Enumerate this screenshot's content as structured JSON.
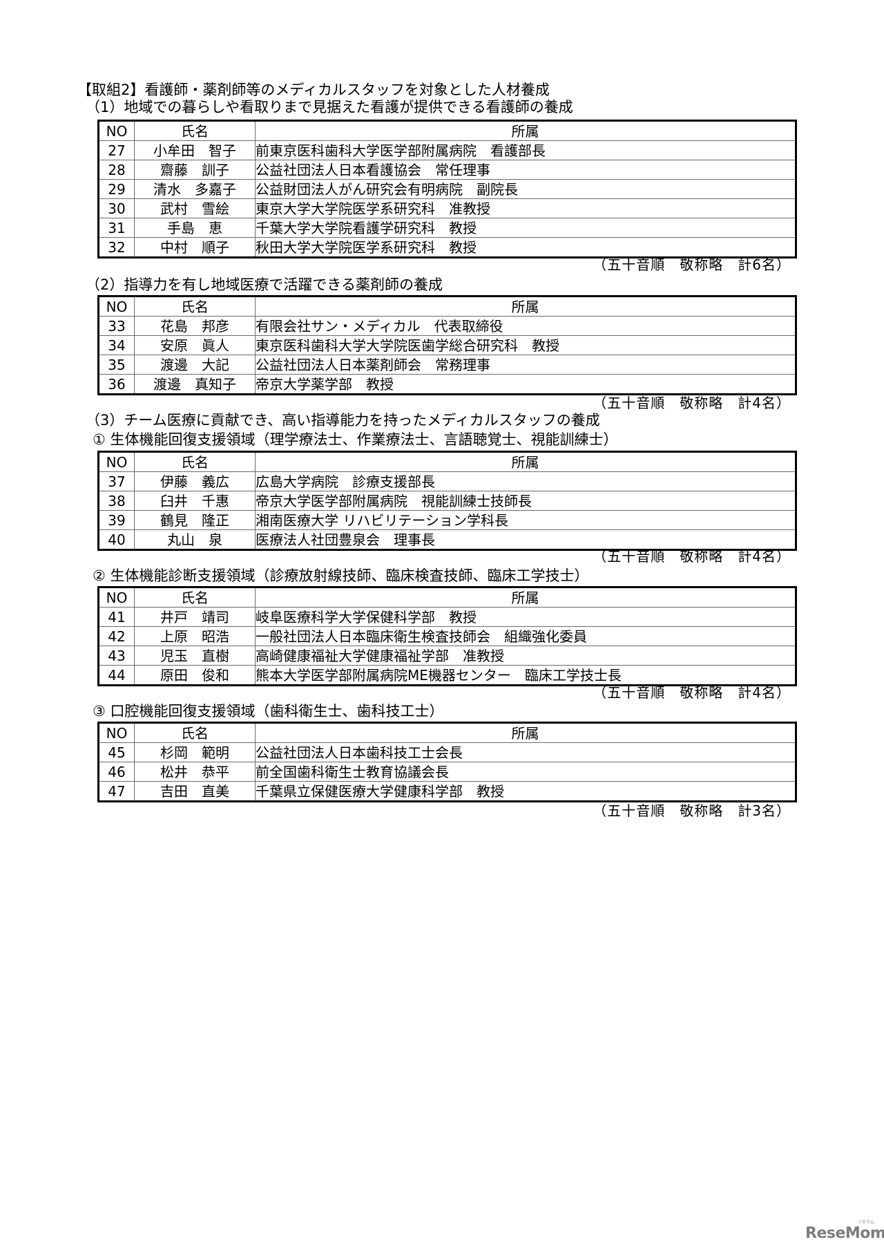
{
  "document": {
    "title": "【取組2】看護師・薬剤師等のメディカルスタッフを対象とした人材養成",
    "table_headers": {
      "no": "NO",
      "name": "氏名",
      "affiliation": "所属"
    },
    "section1": {
      "heading": "（1）地域での暮らしや看取りまで見据えた看護が提供できる看護師の養成",
      "rows": [
        {
          "no": "27",
          "name": "小牟田　智子",
          "affiliation": "前東京医科歯科大学医学部附属病院　看護部長"
        },
        {
          "no": "28",
          "name": "齋藤　訓子",
          "affiliation": "公益社団法人日本看護協会　常任理事"
        },
        {
          "no": "29",
          "name": "清水　多嘉子",
          "affiliation": "公益財団法人がん研究会有明病院　副院長"
        },
        {
          "no": "30",
          "name": "武村　雪絵",
          "affiliation": "東京大学大学院医学系研究科　准教授"
        },
        {
          "no": "31",
          "name": "手島　恵",
          "affiliation": "千葉大学大学院看護学研究科　教授"
        },
        {
          "no": "32",
          "name": "中村　順子",
          "affiliation": "秋田大学大学院医学系研究科　教授"
        }
      ],
      "note": "（五十音順　敬称略　計6名）"
    },
    "section2": {
      "heading": "（2）指導力を有し地域医療で活躍できる薬剤師の養成",
      "rows": [
        {
          "no": "33",
          "name": "花島　邦彦",
          "affiliation": "有限会社サン・メディカル　代表取締役"
        },
        {
          "no": "34",
          "name": "安原　眞人",
          "affiliation": "東京医科歯科大学大学院医歯学総合研究科　教授"
        },
        {
          "no": "35",
          "name": "渡邊　大記",
          "affiliation": "公益社団法人日本薬剤師会　常務理事"
        },
        {
          "no": "36",
          "name": "渡邊　真知子",
          "affiliation": "帝京大学薬学部　教授"
        }
      ],
      "note": "（五十音順　敬称略　計4名）"
    },
    "section3": {
      "heading": "（3）チーム医療に貢献でき、高い指導能力を持ったメディカルスタッフの養成",
      "sub1": {
        "heading": "① 生体機能回復支援領域（理学療法士、作業療法士、言語聴覚士、視能訓練士）",
        "rows": [
          {
            "no": "37",
            "name": "伊藤　義広",
            "affiliation": "広島大学病院　診療支援部長"
          },
          {
            "no": "38",
            "name": "臼井　千惠",
            "affiliation": "帝京大学医学部附属病院　視能訓練士技師長"
          },
          {
            "no": "39",
            "name": "鶴見　隆正",
            "affiliation": "湘南医療大学 リハビリテーション学科長"
          },
          {
            "no": "40",
            "name": "丸山　泉",
            "affiliation": "医療法人社団豊泉会　理事長"
          }
        ],
        "note": "（五十音順　敬称略　計4名）"
      },
      "sub2": {
        "heading": "② 生体機能診断支援領域（診療放射線技師、臨床検査技師、臨床工学技士）",
        "rows": [
          {
            "no": "41",
            "name": "井戸　靖司",
            "affiliation": "岐阜医療科学大学保健科学部　教授"
          },
          {
            "no": "42",
            "name": "上原　昭浩",
            "affiliation": "一般社団法人日本臨床衛生検査技師会　組織強化委員"
          },
          {
            "no": "43",
            "name": "児玉　直樹",
            "affiliation": "高崎健康福祉大学健康福祉学部　准教授"
          },
          {
            "no": "44",
            "name": "原田　俊和",
            "affiliation": "熊本大学医学部附属病院ME機器センター　臨床工学技士長"
          }
        ],
        "note": "（五十音順　敬称略　計4名）"
      },
      "sub3": {
        "heading": "③ 口腔機能回復支援領域（歯科衛生士、歯科技工士）",
        "rows": [
          {
            "no": "45",
            "name": "杉岡　範明",
            "affiliation": "公益社団法人日本歯科技工士会長"
          },
          {
            "no": "46",
            "name": "松井　恭平",
            "affiliation": "前全国歯科衛生士教育協議会長"
          },
          {
            "no": "47",
            "name": "吉田　直美",
            "affiliation": "千葉県立保健医療大学健康科学部　教授"
          }
        ],
        "note": "（五十音順　敬称略　計3名）"
      }
    }
  },
  "watermark": {
    "logo": "ReseMom",
    "sub": "リセマム"
  },
  "colors": {
    "text": "#000000",
    "inner_rule": "#6a6a6a",
    "watermark": "#7d7d7d"
  }
}
